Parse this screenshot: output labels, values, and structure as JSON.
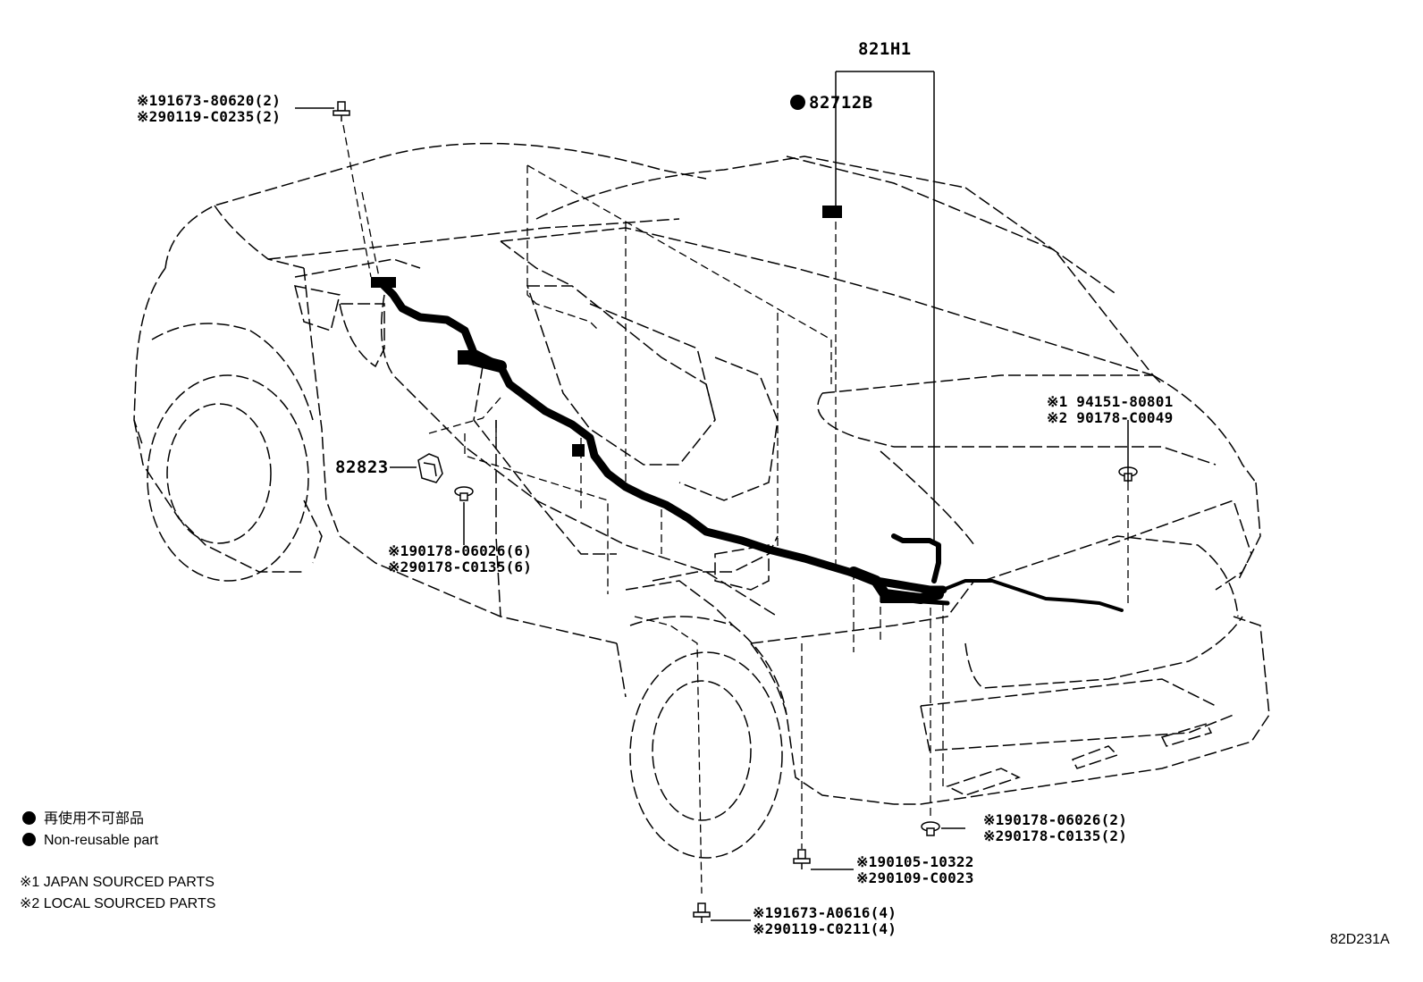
{
  "diagram": {
    "part_labels": {
      "top_left_screw": [
        "※191673-80620(2)",
        "※290119-C0235(2)"
      ],
      "harness": "821H1",
      "clamp_82712B": "82712B",
      "bracket_82823": "82823",
      "clip_left": [
        "※190178-06026(6)",
        "※290178-C0135(6)"
      ],
      "clip_rear_right": [
        "※1 94151-80801",
        "※2 90178-C0049"
      ],
      "clip_bottom_right": [
        "※190178-06026(2)",
        "※290178-C0135(2)"
      ],
      "bolt_center": [
        "※190105-10322",
        "※290109-C0023"
      ],
      "bolt_bottom": [
        "※191673-A0616(4)",
        "※290119-C0211(4)"
      ]
    },
    "legend": {
      "non_reusable_ja": "再使用不可部品",
      "non_reusable_en": "Non-reusable part",
      "note1": "※1 JAPAN SOURCED PARTS",
      "note2": "※2 LOCAL SOURCED PARTS"
    },
    "figure_code": "82D231A"
  }
}
